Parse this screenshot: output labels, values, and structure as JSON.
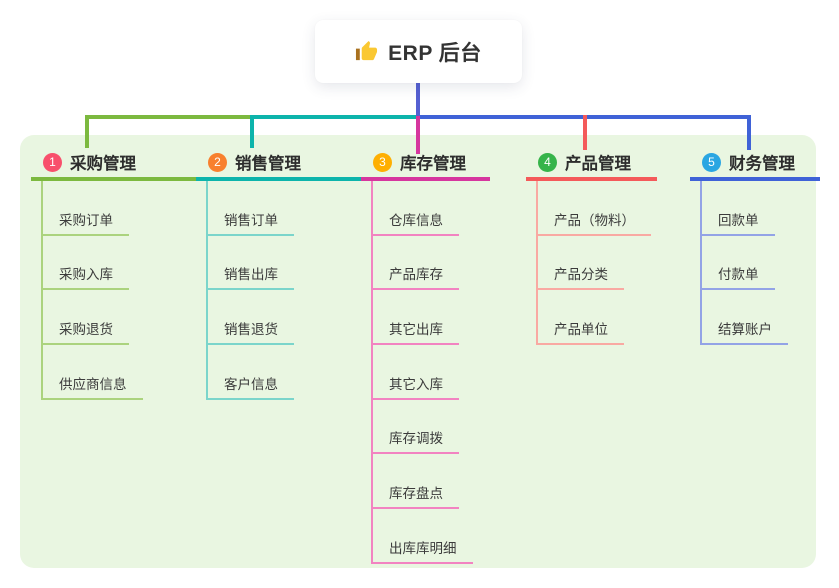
{
  "root": {
    "label": "ERP 后台",
    "icon": "thumbs-up-icon",
    "stem_color": "#5560d2"
  },
  "branches": [
    {
      "index": "1",
      "label": "采购管理",
      "colors": {
        "badge": "#f8506c",
        "accent": "#7cb93f",
        "light": "#abd37e"
      },
      "items": [
        "采购订单",
        "采购入库",
        "采购退货",
        "供应商信息"
      ]
    },
    {
      "index": "2",
      "label": "销售管理",
      "colors": {
        "badge": "#f8802e",
        "accent": "#0db4ab",
        "light": "#7bd5cb"
      },
      "items": [
        "销售订单",
        "销售出库",
        "销售退货",
        "客户信息"
      ]
    },
    {
      "index": "3",
      "label": "库存管理",
      "colors": {
        "badge": "#feaf02",
        "accent": "#d6369e",
        "light": "#f283c1"
      },
      "items": [
        "仓库信息",
        "产品库存",
        "其它出库",
        "其它入库",
        "库存调拨",
        "库存盘点",
        "出库库明细"
      ]
    },
    {
      "index": "4",
      "label": "产品管理",
      "colors": {
        "badge": "#36b44a",
        "accent": "#f45a5a",
        "light": "#f9a9a2"
      },
      "items": [
        "产品（物料）",
        "产品分类",
        "产品单位"
      ]
    },
    {
      "index": "5",
      "label": "财务管理",
      "colors": {
        "badge": "#2aa6e2",
        "accent": "#3f62d7",
        "light": "#93a3e6"
      },
      "items": [
        "回款单",
        "付款单",
        "结算账户"
      ]
    }
  ],
  "panel_color": "#e9f6e1"
}
